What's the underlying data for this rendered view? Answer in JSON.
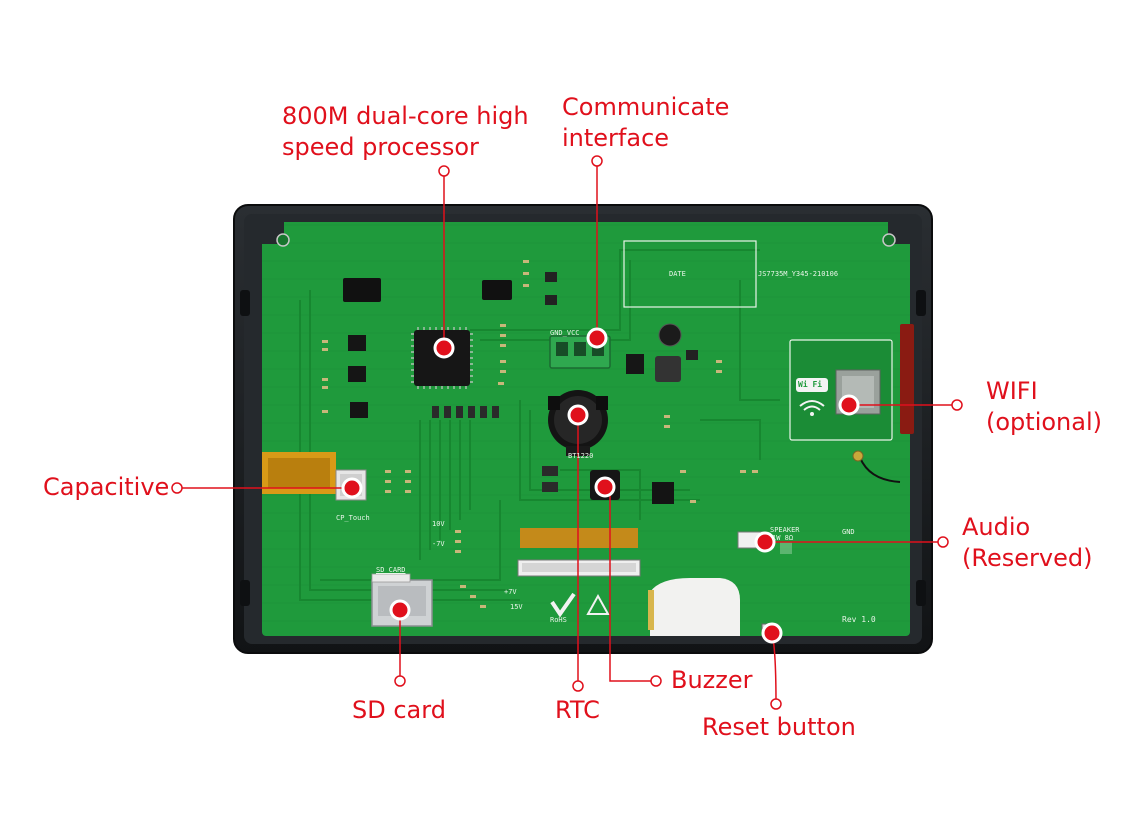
{
  "diagram": {
    "callouts": [
      {
        "id": "processor",
        "text": "800M dual-core high\nspeed processor"
      },
      {
        "id": "comm",
        "text": "Communicate\ninterface"
      },
      {
        "id": "wifi",
        "text": "WIFI\n(optional)"
      },
      {
        "id": "capacitive",
        "text": "Capacitive"
      },
      {
        "id": "audio",
        "text": "Audio\n(Reserved)"
      },
      {
        "id": "sd",
        "text": "SD card"
      },
      {
        "id": "rtc",
        "text": "RTC"
      },
      {
        "id": "buzzer",
        "text": "Buzzer"
      },
      {
        "id": "reset",
        "text": "Reset button"
      }
    ],
    "board": {
      "connector_label": "GND_VCC",
      "sd_slot_label": "SD_CARD",
      "touch_label": "CP_Touch",
      "speaker_label": "SPEAKER",
      "speaker_spec": "1W 8Ω",
      "rtc_label": "BT1220",
      "revision": "Rev 1.0",
      "date_box_label": "DATE",
      "pcb_code": "JS7735M_Y345-210106",
      "wifi_logo_text": "Wi Fi",
      "rohs_text": "RoHS",
      "gnd_label": "GND",
      "voltage_labels": [
        "15V",
        "+7V",
        "10V",
        "-7V"
      ]
    },
    "colors": {
      "label": "#e0101c",
      "pcb": "#1f9a3c",
      "pcb_dark": "#16822f",
      "frame": "#1c1f22",
      "terminal": "#2fa84f"
    }
  }
}
